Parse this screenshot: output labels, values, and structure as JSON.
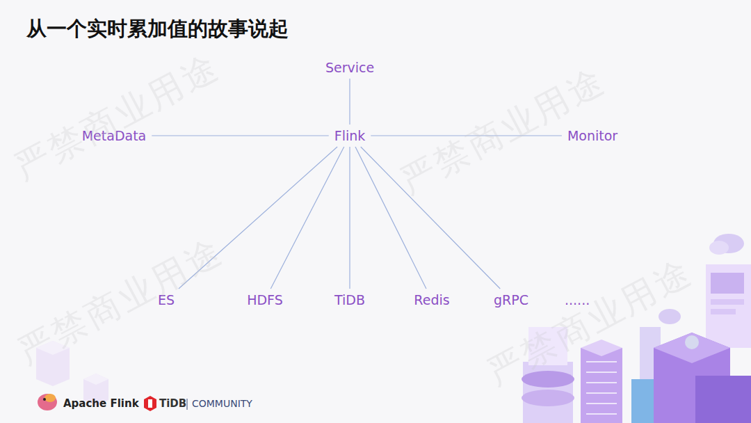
{
  "diagram": {
    "title": "从一个实时累加值的故事说起",
    "nodes": [
      {
        "text": [
          "Service"
        ]
      },
      {
        "text": [
          "MetaData"
        ]
      },
      {
        "text": [
          "Flink"
        ]
      },
      {
        "text": [
          "Monitor"
        ]
      },
      {
        "text": [
          "ES"
        ]
      },
      {
        "text": [
          "HDFS"
        ]
      },
      {
        "text": [
          "TiDB"
        ]
      },
      {
        "text": [
          "Redis"
        ]
      },
      {
        "text": [
          "gRPC"
        ]
      }
    ],
    "edges": [
      {
        "from": 2,
        "to": 0,
        "arrow": "none"
      },
      {
        "from": 1,
        "to": 2,
        "arrow": "none"
      },
      {
        "from": 2,
        "to": 3,
        "arrow": "none"
      },
      {
        "from": 2,
        "to": 4,
        "arrow": "none"
      },
      {
        "from": 2,
        "to": 5,
        "arrow": "none"
      },
      {
        "from": 2,
        "to": 6,
        "arrow": "none"
      },
      {
        "from": 2,
        "to": 7,
        "arrow": "none"
      },
      {
        "from": 2,
        "to": 8,
        "arrow": "none"
      }
    ],
    "labels": [
      "......",
      "严禁商业用途",
      "严禁商业用途",
      "严禁商业用途",
      "严禁商业用途",
      "Apache Flink",
      "TiDB",
      "COMMUNITY"
    ]
  }
}
